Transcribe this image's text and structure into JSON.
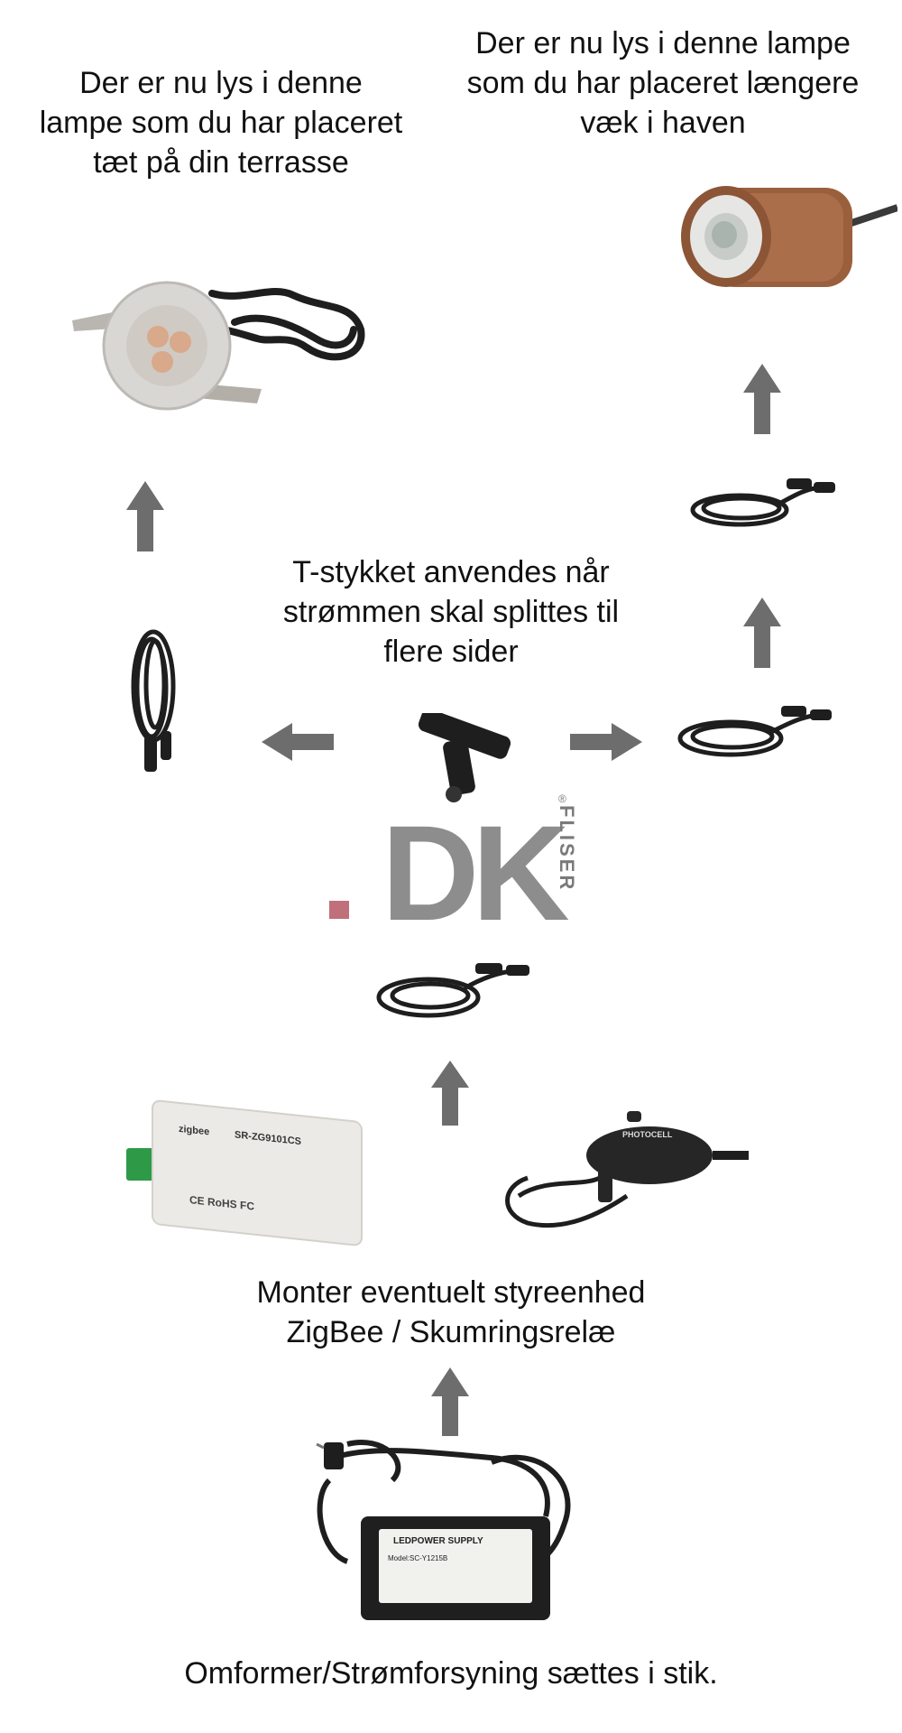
{
  "captions": {
    "lamp_near": "Der er nu lys i denne lampe som du har placeret tæt på din terrasse",
    "lamp_far": "Der er nu lys i denne lampe som du har placeret længere væk i haven",
    "t_piece": "T-stykket anvendes når strømmen skal splittes til flere sider",
    "control_unit": "Monter eventuelt styreenhed ZigBee / Skumringsrelæ",
    "power_supply": "Omformer/Strømforsyning sættes i stik."
  },
  "watermark": {
    "letters": "DK",
    "side_text": "FLISER",
    "registered": "®"
  },
  "device_labels": {
    "zigbee_brand": "zigbee",
    "zigbee_model": "SR-ZG9101CS",
    "zigbee_marks": "CE RoHS FC",
    "photocell": "PHOTOCELL",
    "psu_title": "LEDPOWER SUPPLY",
    "psu_model": "Model:SC-Y1215B"
  },
  "colors": {
    "arrow": "#6d6d6d",
    "cable": "#1e1e1e",
    "watermark": "#7a7a7a",
    "watermark_dot": "#c0707a"
  }
}
